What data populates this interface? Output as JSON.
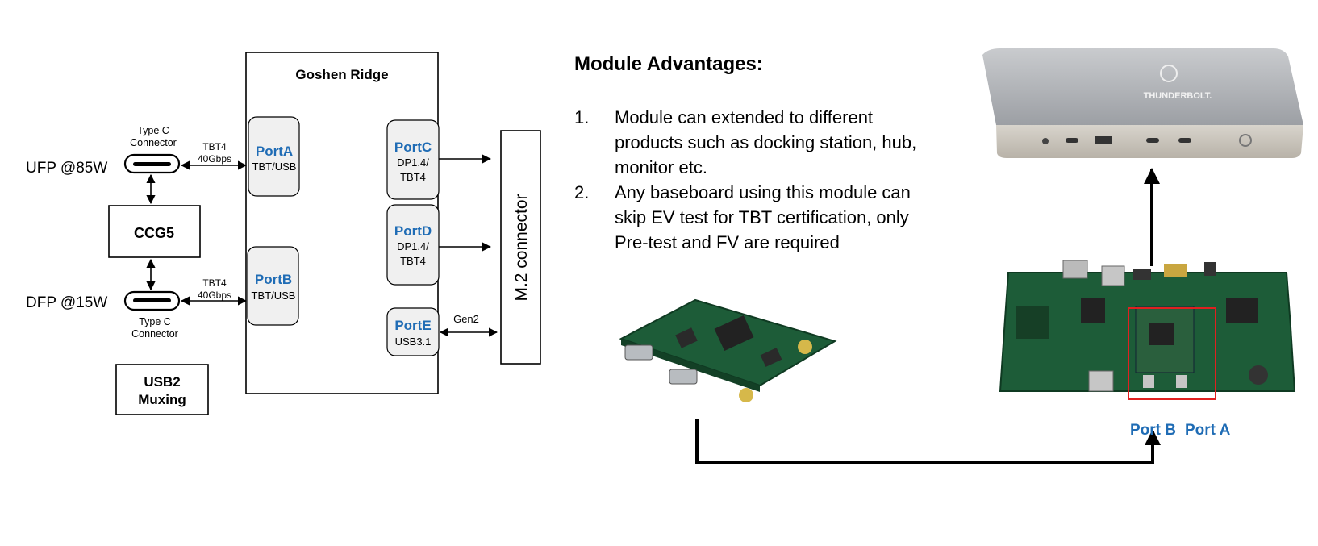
{
  "block_diagram": {
    "goshen_ridge": "Goshen Ridge",
    "port_a": {
      "name": "PortA",
      "desc": "TBT/USB"
    },
    "port_b": {
      "name": "PortB",
      "desc": "TBT/USB"
    },
    "port_c": {
      "name": "PortC",
      "desc_line1": "DP1.4/",
      "desc_line2": "TBT4"
    },
    "port_d": {
      "name": "PortD",
      "desc_line1": "DP1.4/",
      "desc_line2": "TBT4"
    },
    "port_e": {
      "name": "PortE",
      "desc": "USB3.1"
    },
    "m2_connector": "M.2 connector",
    "gen2": "Gen2",
    "ccg5": "CCG5",
    "usb2_muxing_line1": "USB2",
    "usb2_muxing_line2": "Muxing",
    "ufp": "UFP @85W",
    "dfp": "DFP @15W",
    "type_c_line1": "Type C",
    "type_c_line2": "Connector",
    "tbt4": "TBT4",
    "speed": "40Gbps"
  },
  "advantages": {
    "title": "Module Advantages:",
    "items": [
      {
        "num": "1.",
        "text": "Module can extended to different products such as docking station, hub, monitor etc."
      },
      {
        "num": "2.",
        "text": "Any baseboard using this module can skip EV test for TBT certification, only Pre-test and FV are required"
      }
    ]
  },
  "photos": {
    "dock_logo_text": "THUNDERBOLT.",
    "port_b_label": "Port B",
    "port_a_label": "Port A"
  },
  "colors": {
    "port_name_blue": "#1f6cb5",
    "port_box_fill": "#f0f0f0",
    "highlight_red": "#e02020",
    "pcb_green": "#1d5c38",
    "dock_silver": "#bdbfc2"
  }
}
